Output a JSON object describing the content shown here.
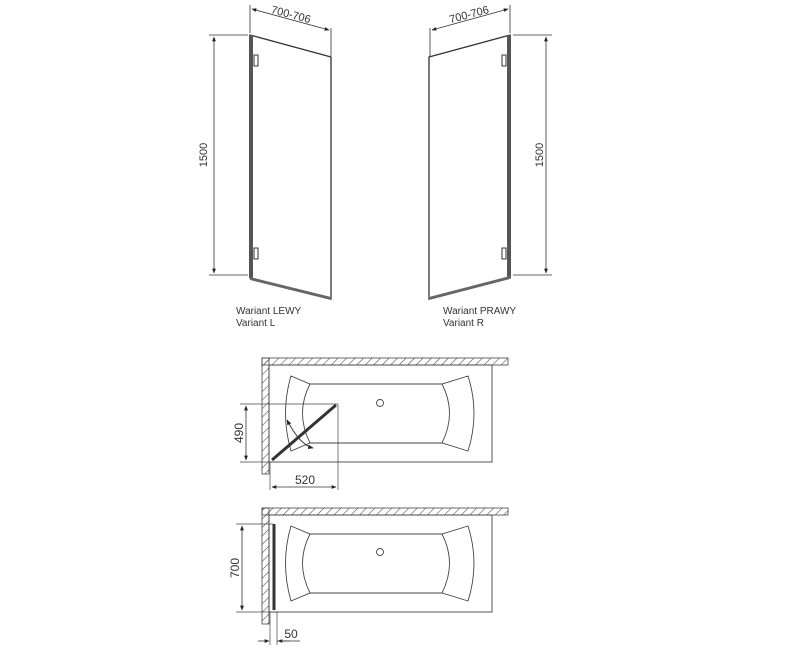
{
  "elevations": {
    "left": {
      "width_label": "700-706",
      "height_label": "1500",
      "caption_line1": "Wariant LEWY",
      "caption_line2": "Variant L"
    },
    "right": {
      "width_label": "700-706",
      "height_label": "1500",
      "caption_line1": "Wariant PRAWY",
      "caption_line2": "Variant R"
    }
  },
  "plans": {
    "open": {
      "depth_label": "490",
      "width_label": "520"
    },
    "closed": {
      "height_label": "700",
      "offset_label": "50"
    }
  },
  "colors": {
    "line": "#333333",
    "panel": "#444444",
    "hatch": "#555555"
  }
}
